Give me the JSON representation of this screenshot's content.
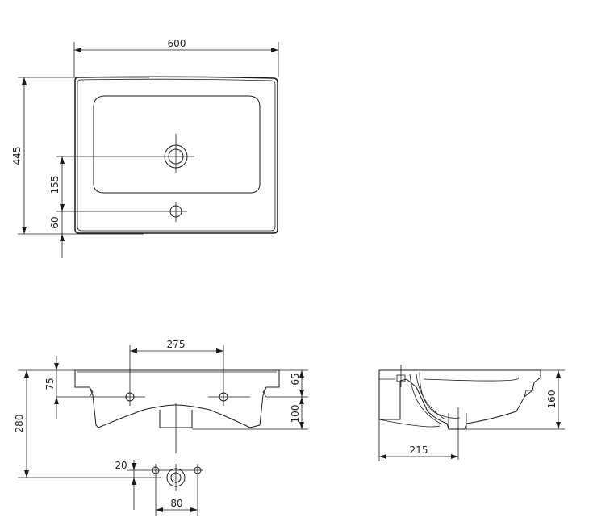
{
  "dimensions": {
    "top_width": "600",
    "top_depth": "445",
    "drain_from_front": "155",
    "tap_from_front": "60",
    "front_tap_spacing": "275",
    "front_rim_thickness": "75",
    "front_height": "280",
    "front_overflow": "65",
    "front_bowl_depth": "100",
    "front_drain_offset": "20",
    "front_drain_spacing": "80",
    "side_height": "160",
    "side_drain_from_back": "215"
  }
}
